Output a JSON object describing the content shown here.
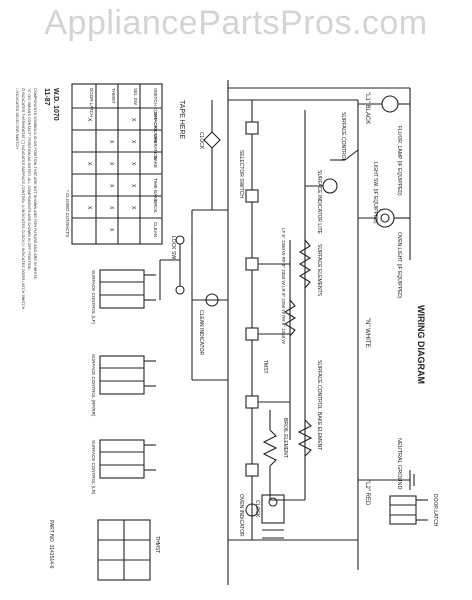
{
  "watermark": "AppliancePartsPros.com",
  "diagram": {
    "title": "WIRING DIAGRAM",
    "model": "W.D. 1070",
    "date": "11-87",
    "tape_note": "TAPE HERE",
    "part_no": "PART NO. 3141514-6",
    "lines": {
      "l1": "\"L1\" BLACK",
      "neutral": "\"N\" WHITE",
      "l2": "\"L2\" RED",
      "neutral_ground": "NEUTRAL GROUND"
    },
    "labels": {
      "surface_control_top": "SURFACE CONTROL",
      "fluor_lamp": "FLUOR. LAMP (IF EQUIPPED)",
      "oven_light": "OVEN LIGHT (IF EQUIPPED)",
      "light_switch": "LIGHT SW. (IF EQUIPPED)",
      "surface_indicator": "SURFACE INDICATOR LITE",
      "selector_switch": "SELECTOR SWITCH",
      "clock": "CLOCK",
      "lock_sw": "LOCK SW.",
      "surface_elements": "SURFACE ELEMENTS",
      "element_ratings": "LF 6\" 1350 W  RF 8\" 2350 W  LR 8\" 2350 W  RR 6\" 1350 W",
      "surface_control_mid": "SURFACE CONTROL",
      "bake_element": "BAKE ELEMENT",
      "broil_element": "BROIL ELEMENT",
      "oven_indicator": "OVEN INDICATOR",
      "clean_indicator": "CLEAN INDICATOR",
      "tmst": "TMST.",
      "door_latch": "DOOR LATCH",
      "clock_lower": "CLOCK",
      "surface_controls": [
        "SURFACE CONTROL (LF)",
        "SURFACE CONTROL (RF/RR)",
        "SURFACE CONTROL (LR)"
      ],
      "thmst": "THMST."
    },
    "table": {
      "headers": [
        "SWITCH CONTACTS",
        "SEL SW",
        "THMST",
        "DOOR LATCH"
      ],
      "rows": [
        [
          "OFF OR OVEN",
          "X",
          "",
          "X"
        ],
        [
          "OPERATION",
          "X",
          "X",
          ""
        ],
        [
          "BAKE",
          "X",
          "X",
          "X"
        ],
        [
          "TIME BAKE",
          "X",
          "X",
          ""
        ],
        [
          "BROIL",
          "X",
          "X",
          "X"
        ],
        [
          "CLEAN",
          "",
          "X",
          ""
        ]
      ],
      "footnote": "* CLOSED CONTACTS"
    },
    "notes": [
      "COMPONENTS SYMBOLS IN ON POSITION THAT ARE NOT SHOWN ARE FOR FUTURE AND ARE IN WHITE.",
      "\"X\" OR \"MEANS CONTACT\" POSITION AS NOTED. ALL COMPONENTS ARE SHOWN IN OFF POSITION.",
      "⊡ INDICATES THERMOSTAT  ◯ INDICATES SURFACE CONTROL  ◇ INDICATES CLOCK  ▷ INDICATES DOOR LATCH SWITCH",
      "□ INDICATES SELECTOR SWITCH"
    ]
  }
}
